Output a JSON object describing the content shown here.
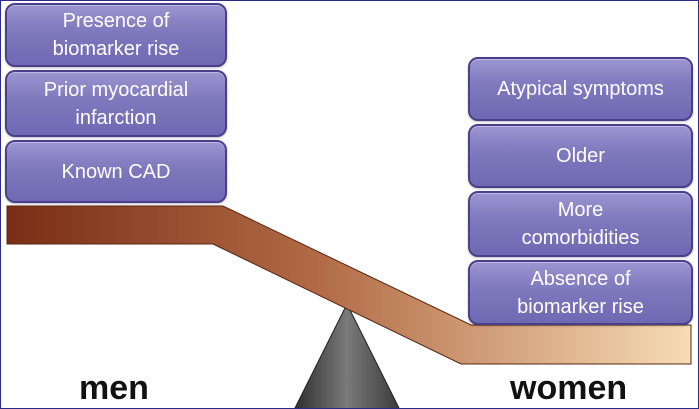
{
  "men": {
    "label": "men",
    "factors": [
      {
        "text": "Presence of\nbiomarker rise"
      },
      {
        "text": "Prior myocardial\ninfarction"
      },
      {
        "text": "Known CAD"
      }
    ]
  },
  "women": {
    "label": "women",
    "factors": [
      {
        "text": "Atypical symptoms"
      },
      {
        "text": "Older"
      },
      {
        "text": "More\ncomorbidities"
      },
      {
        "text": "Absence of\nbiomarker rise"
      }
    ]
  },
  "colors": {
    "block_fill": "#7e78bd",
    "block_border": "#4a3f8c",
    "beam_dark": "#8b3a1f",
    "beam_light": "#f5d3a8",
    "fulcrum": "#444444"
  }
}
